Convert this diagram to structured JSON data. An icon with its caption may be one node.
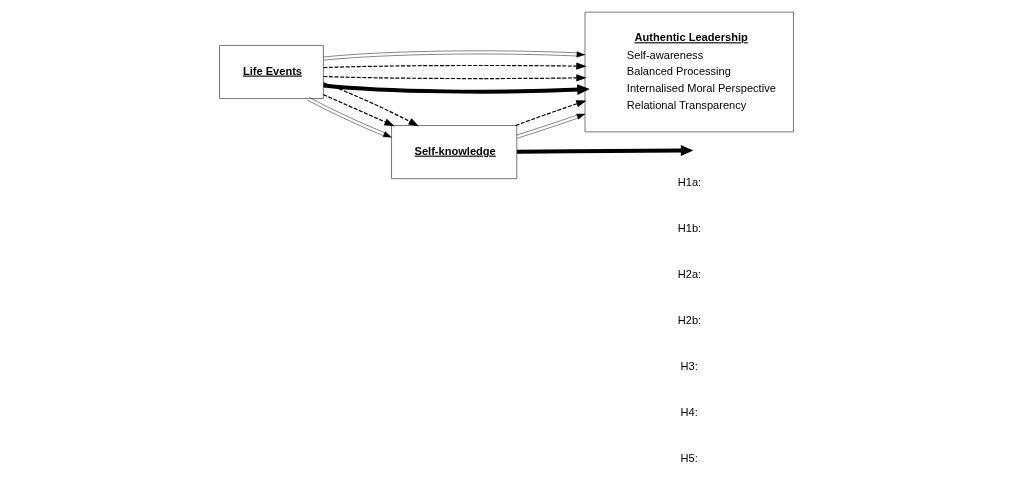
{
  "diagram": {
    "nodes": [
      {
        "text": [
          "Self-knowledge"
        ]
      },
      {
        "text": [
          "Life Events"
        ]
      },
      {
        "text": [
          "Authentic Leadership",
          "Self-awareness",
          "Balanced Processing",
          "Internalised Moral Perspective",
          "Relational Transparency"
        ]
      }
    ],
    "edges": [
      {
        "from": 1,
        "to": 0,
        "arrow": "to"
      },
      {
        "from": 1,
        "to": 0,
        "arrow": "to",
        "style": "dashed"
      },
      {
        "from": 1,
        "to": 0,
        "arrow": "to",
        "style": "dashed"
      },
      {
        "from": 0,
        "to": 2,
        "arrow": "to"
      },
      {
        "from": 0,
        "to": 2,
        "arrow": "to",
        "style": "dashed"
      },
      {
        "from": 0,
        "to": null,
        "arrow": "to",
        "style": "thick"
      },
      {
        "from": 1,
        "to": 2,
        "arrow": "to",
        "style": "thick"
      },
      {
        "from": 1,
        "to": 2,
        "arrow": "to",
        "style": "dashed"
      },
      {
        "from": 1,
        "to": 2,
        "arrow": "to",
        "style": "dashed"
      },
      {
        "from": 1,
        "to": 2,
        "arrow": "to"
      }
    ],
    "legend": [
      {
        "text": "H1a:"
      },
      {
        "text": "H1b:"
      },
      {
        "text": "H2a:"
      },
      {
        "text": "H2b:"
      },
      {
        "text": "H3:"
      },
      {
        "text": "H4:"
      },
      {
        "text": "H5:"
      }
    ]
  }
}
